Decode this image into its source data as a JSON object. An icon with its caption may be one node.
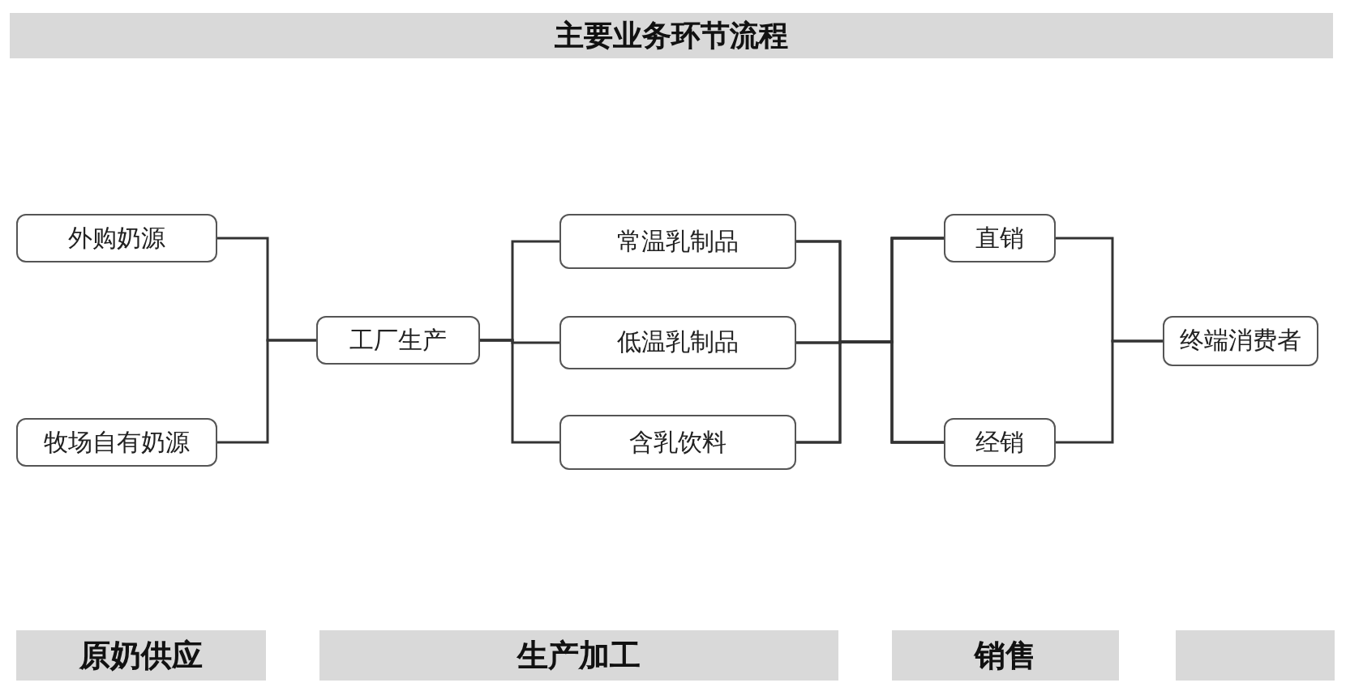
{
  "diagram": {
    "title": "主要业务环节流程",
    "nodes": [
      {
        "text": [
          "外购奶源"
        ]
      },
      {
        "text": [
          "牧场自有奶源"
        ]
      },
      {
        "text": [
          "工厂生产"
        ]
      },
      {
        "text": [
          "常温乳制品"
        ]
      },
      {
        "text": [
          "低温乳制品"
        ]
      },
      {
        "text": [
          "含乳饮料"
        ]
      },
      {
        "text": [
          "直销"
        ]
      },
      {
        "text": [
          "经销"
        ]
      },
      {
        "text": [
          "终端消费者"
        ]
      },
      {
        "text": [
          "原奶供应"
        ]
      },
      {
        "text": [
          "生产加工"
        ]
      },
      {
        "text": [
          "销售"
        ]
      },
      {
        "text": [],
        "shape": "band"
      }
    ],
    "edges": [
      {
        "from": 0,
        "to": 2,
        "arrow": "none"
      },
      {
        "from": 1,
        "to": 2,
        "arrow": "none"
      },
      {
        "from": 2,
        "to": 3,
        "arrow": "none"
      },
      {
        "from": 2,
        "to": 4,
        "arrow": "none"
      },
      {
        "from": 2,
        "to": 5,
        "arrow": "none"
      },
      {
        "from": 3,
        "to": 6,
        "arrow": "none"
      },
      {
        "from": 3,
        "to": 7,
        "arrow": "none"
      },
      {
        "from": 4,
        "to": 6,
        "arrow": "none"
      },
      {
        "from": 4,
        "to": 7,
        "arrow": "none"
      },
      {
        "from": 5,
        "to": 6,
        "arrow": "none"
      },
      {
        "from": 5,
        "to": 7,
        "arrow": "none"
      },
      {
        "from": 6,
        "to": 8,
        "arrow": "none"
      },
      {
        "from": 7,
        "to": 8,
        "arrow": "none"
      }
    ]
  }
}
